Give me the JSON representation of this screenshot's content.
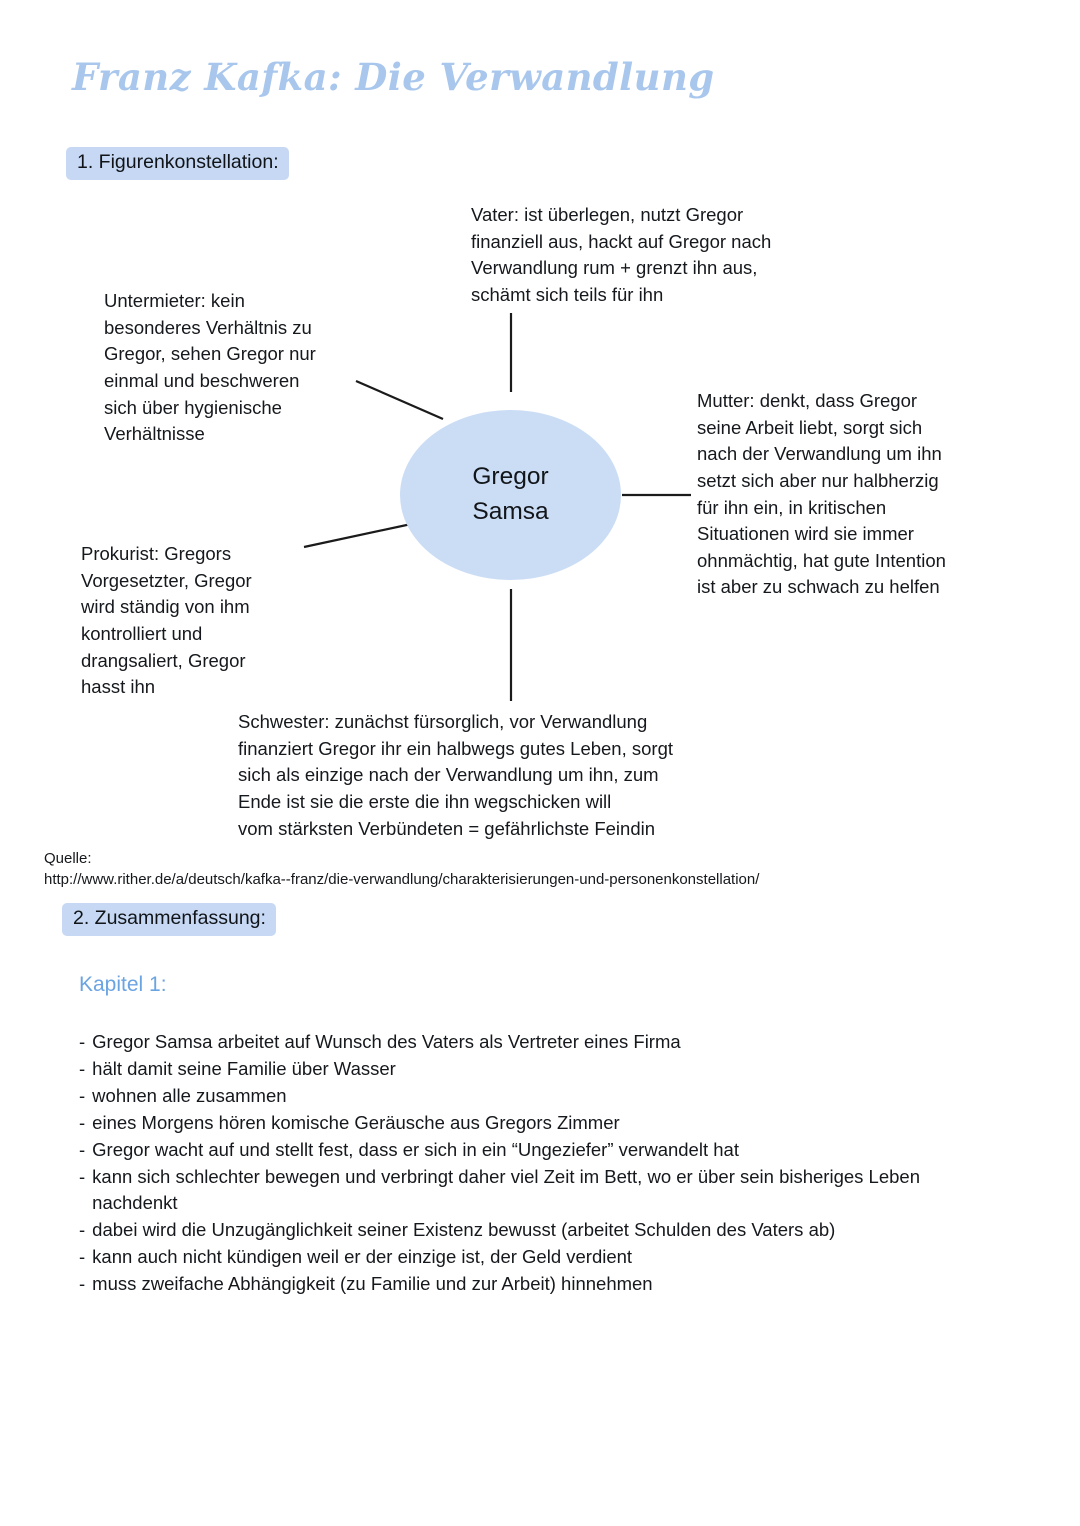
{
  "document": {
    "title": "Franz Kafka: Die Verwandlung",
    "title_color": "#a9c7ec",
    "background_color": "#ffffff",
    "accent_highlight_color": "#c6d8f3",
    "accent_heading_color": "#6ba4e2",
    "node_fill_color": "#cbddf5"
  },
  "sections": {
    "figurenkonstellation_heading": "1. Figurenkonstellation:",
    "zusammenfassung_heading": "2. Zusammenfassung:"
  },
  "mindmap": {
    "center_node": "Gregor\nSamsa",
    "branches": [
      {
        "key": "vater",
        "label": "Vater",
        "text": "Vater: ist überlegen, nutzt Gregor\nfinanziell aus, hackt auf Gregor nach\nVerwandlung rum + grenzt ihn aus,\nschämt sich teils für ihn"
      },
      {
        "key": "untermieter",
        "label": "Untermieter",
        "text": "Untermieter: kein\nbesonderes Verhältnis zu\nGregor, sehen Gregor nur\neinmal und beschweren\nsich über hygienische\nVerhältnisse"
      },
      {
        "key": "mutter",
        "label": "Mutter",
        "text": "Mutter: denkt, dass Gregor\nseine Arbeit liebt, sorgt sich\nnach der Verwandlung um ihn\nsetzt sich aber nur halbherzig\nfür ihn ein, in kritischen\nSituationen wird sie immer\nohnmächtig, hat gute Intention\nist aber zu schwach zu helfen"
      },
      {
        "key": "prokurist",
        "label": "Prokurist",
        "text": "Prokurist: Gregors\nVorgesetzter, Gregor\nwird ständig von ihm\nkontrolliert und\ndrangsaliert, Gregor\nhasst ihn"
      },
      {
        "key": "schwester",
        "label": "Schwester",
        "text": "Schwester: zunächst fürsorglich, vor Verwandlung\nfinanziert Gregor ihr ein halbwegs gutes Leben, sorgt\nsich als einzige nach der Verwandlung um ihn, zum\nEnde ist sie die erste die ihn wegschicken will\nvom stärksten Verbündeten = gefährlichste Feindin"
      }
    ]
  },
  "source": {
    "label": "Quelle:",
    "url": "http://www.rither.de/a/deutsch/kafka--franz/die-verwandlung/charakterisierungen-und-personenkonstellation/",
    "combined": "Quelle:\nhttp://www.rither.de/a/deutsch/kafka--franz/die-verwandlung/charakterisierungen-und-personenkonstellation/"
  },
  "summary": {
    "chapter_heading": "Kapitel 1:",
    "bullet_marker": "-",
    "bullets": [
      "Gregor Samsa arbeitet auf Wunsch des Vaters als Vertreter eines Firma",
      "hält damit seine Familie über Wasser",
      "wohnen alle zusammen",
      "eines Morgens hören komische Geräusche aus Gregors Zimmer",
      "Gregor wacht auf und stellt fest, dass er sich in ein “Ungeziefer” verwandelt hat",
      "kann sich schlechter bewegen und verbringt daher viel Zeit im Bett, wo er über sein bisheriges Leben nachdenkt",
      "dabei wird die Unzugänglichkeit seiner Existenz bewusst (arbeitet Schulden des Vaters ab)",
      "kann auch nicht kündigen weil er der einzige ist, der Geld verdient",
      "muss zweifache Abhängigkeit (zu Familie und zur Arbeit) hinnehmen"
    ]
  }
}
